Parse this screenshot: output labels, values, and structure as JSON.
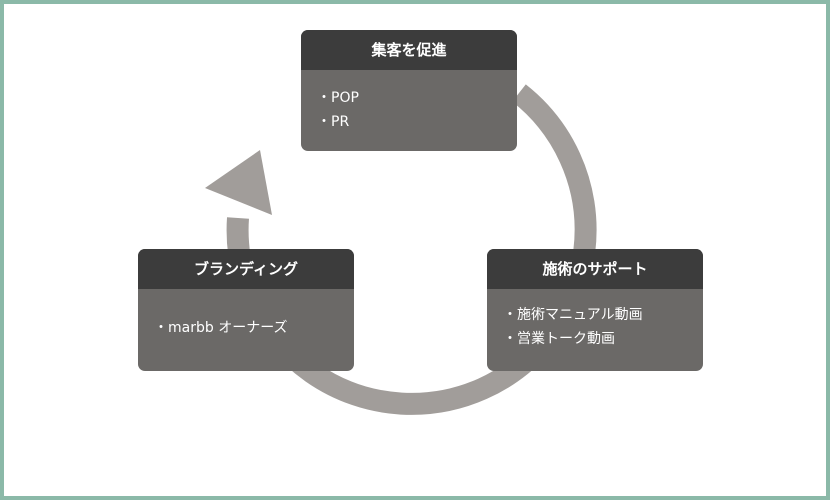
{
  "colors": {
    "frame_border": "#8bb9a8",
    "ring": "#a19d9a",
    "box_header": "#3c3c3c",
    "box_body": "#6b6967",
    "text": "#ffffff"
  },
  "bullet_symbol": "・",
  "cycle": {
    "top": {
      "title": "集客を促進",
      "items": [
        "POP",
        "PR"
      ]
    },
    "right": {
      "title": "施術のサポート",
      "items": [
        "施術マニュアル動画",
        "営業トーク動画"
      ]
    },
    "left": {
      "title": "ブランディング",
      "items": [
        "marbb オーナーズ"
      ]
    }
  }
}
